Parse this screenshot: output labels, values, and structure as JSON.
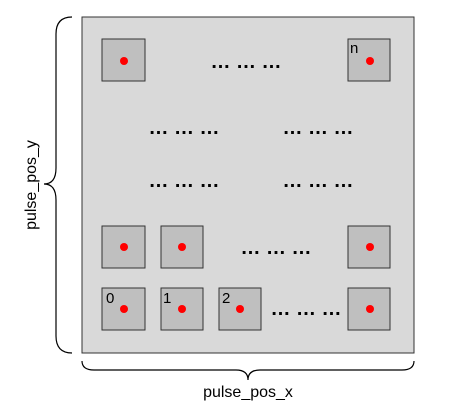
{
  "diagram": {
    "y_axis_label": "pulse_pos_y",
    "x_axis_label": "pulse_pos_x",
    "panel_color": "#d9d9d9",
    "cell_color": "#bfbfbf",
    "dot_color": "#ff0000",
    "cells": [
      {
        "label": "n"
      },
      {
        "label": ""
      },
      {
        "label": ""
      },
      {
        "label": ""
      },
      {
        "label": "0"
      },
      {
        "label": "1"
      },
      {
        "label": "2"
      },
      {
        "label": ""
      },
      {
        "label": ""
      }
    ],
    "ellipsis": "… … …"
  }
}
